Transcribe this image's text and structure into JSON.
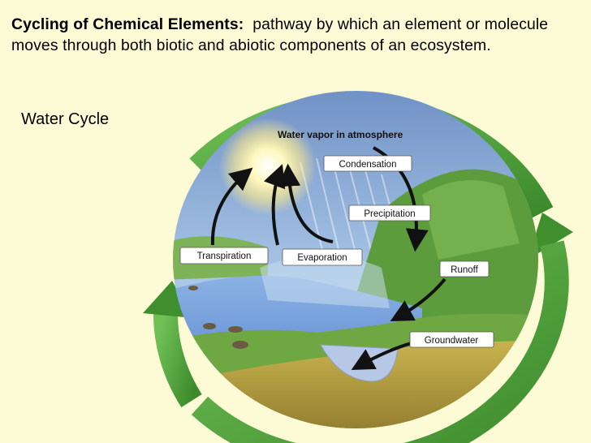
{
  "intro": {
    "term": "Cycling of Chemical Elements:",
    "definition": "pathway by which an element or molecule moves through both biotic and abiotic components of an ecosystem."
  },
  "subtitle": "Water Cycle",
  "diagram": {
    "labels": {
      "atmosphere": "Water vapor in atmosphere",
      "condensation": "Condensation",
      "precipitation": "Precipitation",
      "transpiration": "Transpiration",
      "evaporation": "Evaporation",
      "runoff": "Runoff",
      "groundwater": "Groundwater"
    },
    "colors": {
      "ring": "#4f9e3a",
      "ring_dark": "#2f6f22",
      "sky": "#8fb6e0",
      "water": "#6d9cd6",
      "land": "#5a9a3a",
      "soil": "#b9a34a",
      "background": "#fdfbd5"
    }
  }
}
